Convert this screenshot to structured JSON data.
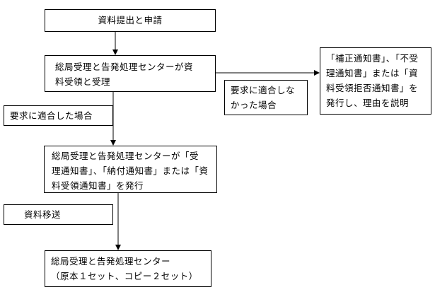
{
  "flow": {
    "step_submit": "資料提出と申請",
    "step_receive": "総局受理と告発処理センターが資\n料受領と受理",
    "step_reject": "「補正通知書」、「不受\n理通知書」または「資\n料受領拒否通知書」を\n発行し、理由を説明",
    "cond_not_met": "要求に適合しな\nかった場合",
    "cond_met": "要求に適合した場合",
    "step_issue": "総局受理と告発処理センターが「受\n理通知書」、「納付通知書」または「資\n料受領通知書」を発行",
    "cond_transfer": "資料移送",
    "step_final": "総局受理と告発処理センター\n（原本１セット、コピー２セット）"
  },
  "colors": {
    "stroke": "#000000",
    "background": "#ffffff"
  }
}
